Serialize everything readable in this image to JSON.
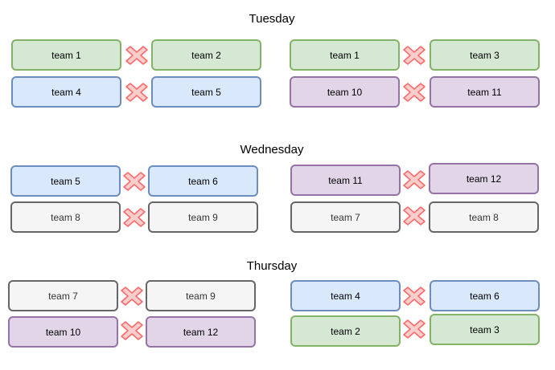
{
  "days": [
    {
      "title": "Tuesday",
      "matches": [
        {
          "a": {
            "label": "team 1",
            "color": "green"
          },
          "b": {
            "label": "team 2",
            "color": "green"
          }
        },
        {
          "a": {
            "label": "team 1",
            "color": "green"
          },
          "b": {
            "label": "team 3",
            "color": "green"
          }
        },
        {
          "a": {
            "label": "team 4",
            "color": "blue"
          },
          "b": {
            "label": "team 5",
            "color": "blue"
          }
        },
        {
          "a": {
            "label": "team 10",
            "color": "purple"
          },
          "b": {
            "label": "team 11",
            "color": "purple"
          }
        }
      ]
    },
    {
      "title": "Wednesday",
      "matches": [
        {
          "a": {
            "label": "team 5",
            "color": "blue"
          },
          "b": {
            "label": "team 6",
            "color": "blue"
          }
        },
        {
          "a": {
            "label": "team 11",
            "color": "purple"
          },
          "b": {
            "label": "team 12",
            "color": "purple"
          }
        },
        {
          "a": {
            "label": "team 8",
            "color": "gray"
          },
          "b": {
            "label": "team 9",
            "color": "gray"
          }
        },
        {
          "a": {
            "label": "team 7",
            "color": "gray"
          },
          "b": {
            "label": "team 8",
            "color": "gray"
          }
        }
      ]
    },
    {
      "title": "Thursday",
      "matches": [
        {
          "a": {
            "label": "team 7",
            "color": "gray"
          },
          "b": {
            "label": "team 9",
            "color": "gray"
          }
        },
        {
          "a": {
            "label": "team 4",
            "color": "blue"
          },
          "b": {
            "label": "team 6",
            "color": "blue"
          }
        },
        {
          "a": {
            "label": "team 10",
            "color": "purple"
          },
          "b": {
            "label": "team 12",
            "color": "purple"
          }
        },
        {
          "a": {
            "label": "team 2",
            "color": "green"
          },
          "b": {
            "label": "team 3",
            "color": "green"
          }
        }
      ]
    }
  ],
  "icons": {
    "versus": "cross-icon"
  },
  "colors": {
    "green": {
      "fill": "#d5e8d4",
      "stroke": "#82b366"
    },
    "blue": {
      "fill": "#dae8fc",
      "stroke": "#6c8ebf"
    },
    "purple": {
      "fill": "#e1d5e7",
      "stroke": "#9673a6"
    },
    "gray": {
      "fill": "#f5f5f5",
      "stroke": "#666666"
    },
    "cross": {
      "fill": "#f8cecc",
      "stroke": "#ff6666"
    }
  }
}
